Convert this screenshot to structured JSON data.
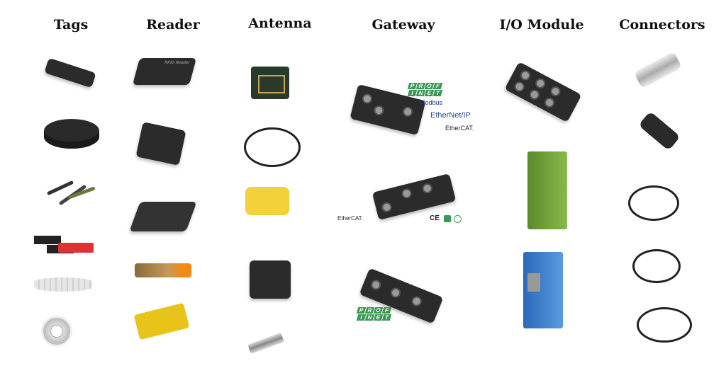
{
  "columns": [
    {
      "title": "Tags",
      "items": [
        "long-hard-tag",
        "round-screw-tag",
        "glass-tube-tags",
        "label-tags",
        "flexible-strip-tag",
        "round-disc-tag"
      ]
    },
    {
      "title": "Reader",
      "items": [
        "desktop-reader",
        "compact-reader",
        "flat-panel-reader",
        "cylindrical-reader",
        "block-reader"
      ]
    },
    {
      "title": "Antenna",
      "items": [
        "box-antenna",
        "coax-cable-antenna",
        "yellow-panel-antenna",
        "square-antenna",
        "cylindrical-antenna"
      ]
    },
    {
      "title": "Gateway",
      "items": [
        "gateway-module-1",
        "gateway-module-2",
        "gateway-module-3"
      ]
    },
    {
      "title": "I/O Module",
      "items": [
        "io-block",
        "green-din-rail-module",
        "blue-din-rail-module"
      ]
    },
    {
      "title": "Connectors",
      "items": [
        "metal-connector",
        "black-connector",
        "cable-1",
        "cable-2",
        "cable-3"
      ]
    }
  ],
  "logos": {
    "profinet": [
      "P",
      "R",
      "O",
      "F",
      "I",
      "N",
      "E",
      "T"
    ],
    "modbus": "Modbus",
    "ethernetip": "EtherNet/IP",
    "ethercat": "EtherCAT.",
    "ce": "CE",
    "reader_label": "RFID Reader"
  },
  "colors": {
    "profinet": "#3a9a55",
    "ethernetip": "#2a4a8a",
    "yellow": "#f2d13a",
    "green_module": "#6a9a3a",
    "blue_module": "#3a7ac8"
  }
}
